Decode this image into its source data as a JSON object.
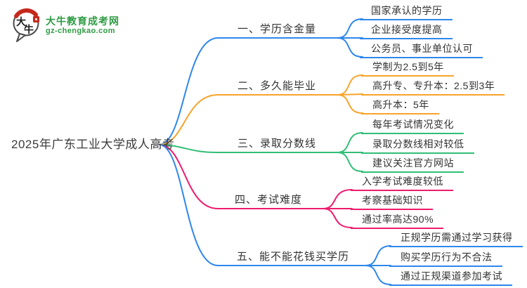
{
  "logo": {
    "mark_char1": "大",
    "mark_char2": "牛",
    "site_name": "大牛教育成考网",
    "site_url": "gz-chengkao.com"
  },
  "colors": {
    "blue": "#2E87EB",
    "orange": "#F7A42B",
    "green": "#30BE76",
    "pink": "#EF1A6E",
    "brand_green": "#2E9B43",
    "text": "#333333"
  },
  "mindmap": {
    "root": "2025年广东工业大学成人高考",
    "branches": [
      {
        "label": "一、学历含金量",
        "color": "#2E87EB",
        "children": [
          "国家承认的学历",
          "企业接受度提高",
          "公务员、事业单位认可"
        ]
      },
      {
        "label": "二、多久能毕业",
        "color": "#F7A42B",
        "children": [
          "学制为2.5到5年",
          "高升专、专升本：2.5到3年",
          "高升本：5年"
        ]
      },
      {
        "label": "三、录取分数线",
        "color": "#30BE76",
        "children": [
          "每年考试情况变化",
          "录取分数线相对较低",
          "建议关注官方网站"
        ]
      },
      {
        "label": "四、考试难度",
        "color": "#EF1A6E",
        "children": [
          "入学考试难度较低",
          "考察基础知识",
          "通过率高达90%"
        ]
      },
      {
        "label": "五、能不能花钱买学历",
        "color": "#2E87EB",
        "children": [
          "正规学历需通过学习获得",
          "购买学历行为不合法",
          "通过正规渠道参加考试"
        ]
      }
    ]
  }
}
